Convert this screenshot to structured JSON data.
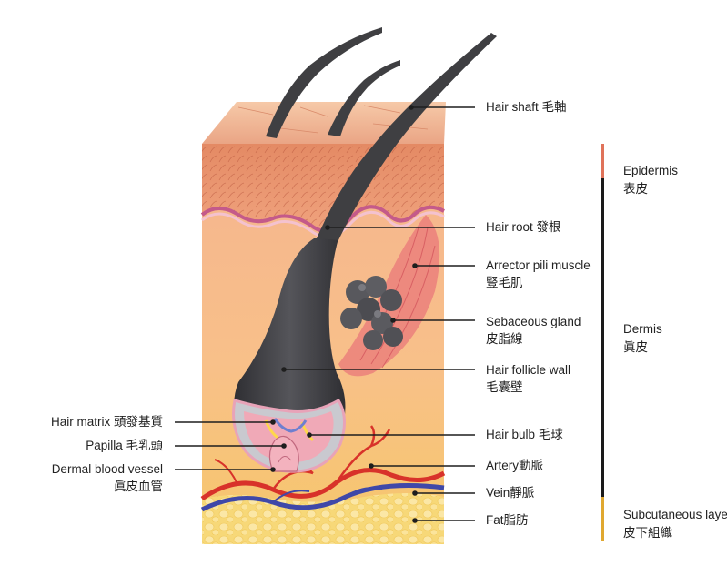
{
  "labels": {
    "hair_shaft": "Hair shaft 毛軸",
    "hair_root": "Hair root 發根",
    "arrector_1": "Arrector pili muscle",
    "arrector_2": "豎毛肌",
    "sebaceous_1": "Sebaceous gland",
    "sebaceous_2": "皮脂線",
    "follicle_1": "Hair follicle wall",
    "follicle_2": "毛囊壁",
    "hair_bulb": "Hair bulb 毛球",
    "artery": "Artery動脈",
    "vein": "Vein靜脈",
    "fat": "Fat脂肪",
    "hair_matrix": "Hair matrix 頭發基質",
    "papilla": "Papilla 毛乳頭",
    "dermal_1": "Dermal blood vessel",
    "dermal_2": "眞皮血管"
  },
  "layers": {
    "epidermis_1": "Epidermis",
    "epidermis_2": "表皮",
    "dermis_1": "Dermis",
    "dermis_2": "眞皮",
    "subcut_1": "Subcutaneous laye",
    "subcut_2": "皮下組織"
  },
  "colors": {
    "epidermis_bar": "#e0735a",
    "dermis_bar": "#1a1a1a",
    "subcut_bar": "#e0a830",
    "hair": "#3f3f42",
    "artery": "#d8322a",
    "vein": "#3f48a8",
    "fat": "#f6d36a"
  }
}
